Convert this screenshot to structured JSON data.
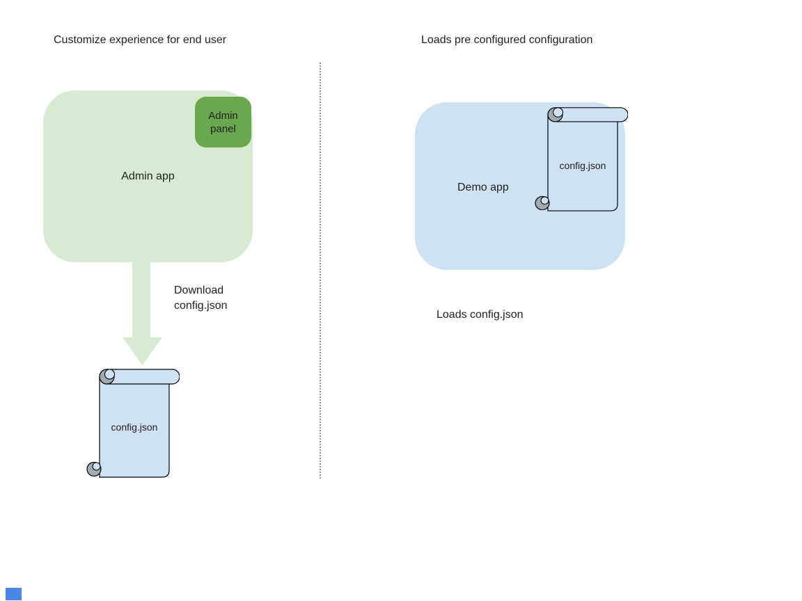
{
  "diagram": {
    "left": {
      "title": "Customize experience for end user",
      "admin_app_label": "Admin app",
      "admin_panel_label": "Admin panel",
      "arrow_caption": "Download config.json",
      "file_label": "config.json"
    },
    "right": {
      "title": "Loads pre configured configuration",
      "demo_app_label": "Demo app",
      "file_label": "config.json",
      "caption": "Loads config.json"
    },
    "colors": {
      "app_green": "#d9ead3",
      "panel_green": "#6aa84f",
      "app_blue": "#cfe2f3",
      "scroll_fill": "#cfe2f3",
      "scroll_curl_gray": "#a3abb2",
      "outline_black": "#000000",
      "divider_gray": "#999999",
      "text": "#212121",
      "corner_marker_blue": "#4a86e8"
    }
  }
}
